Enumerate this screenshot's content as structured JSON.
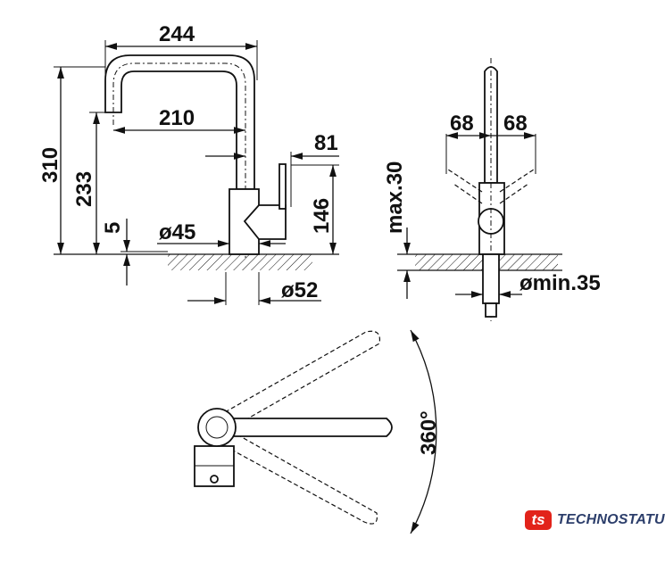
{
  "front_view": {
    "width_total": "244",
    "height_total": "310",
    "spout_height": "233",
    "spout_reach": "210",
    "lever_offset": "81",
    "body_height": "146",
    "base_thickness": "5",
    "base_diameter": "ø45",
    "hole_diameter": "ø52"
  },
  "side_view": {
    "lever_left": "68",
    "lever_right": "68",
    "max_counter": "max.30",
    "min_hole": "ømin.35"
  },
  "top_view": {
    "rotation": "360°"
  },
  "logo": {
    "mark": "ts",
    "text": "TECHNOSTATUS",
    "color": "#e2231a"
  }
}
